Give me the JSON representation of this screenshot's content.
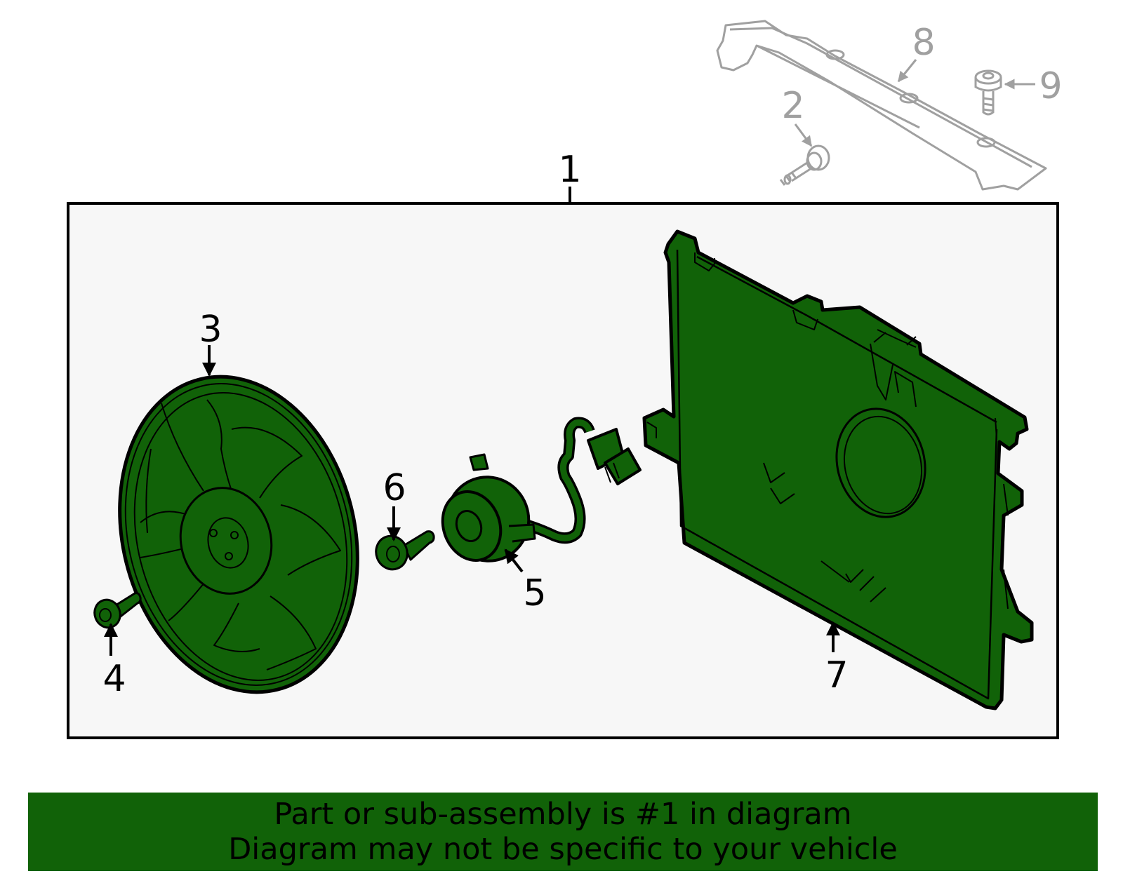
{
  "callouts": {
    "c1": "1",
    "c2": "2",
    "c3": "3",
    "c4": "4",
    "c5": "5",
    "c6": "6",
    "c7": "7",
    "c8": "8",
    "c9": "9"
  },
  "banner": {
    "line1": "Part or sub-assembly is #1 in diagram",
    "line2": "Diagram may not be specific to your vehicle"
  },
  "colors": {
    "part_fill": "#116208",
    "banner": "#116208",
    "panel": "#f7f7f7",
    "outline": "#000000",
    "context_gray": "#a0a0a0"
  }
}
